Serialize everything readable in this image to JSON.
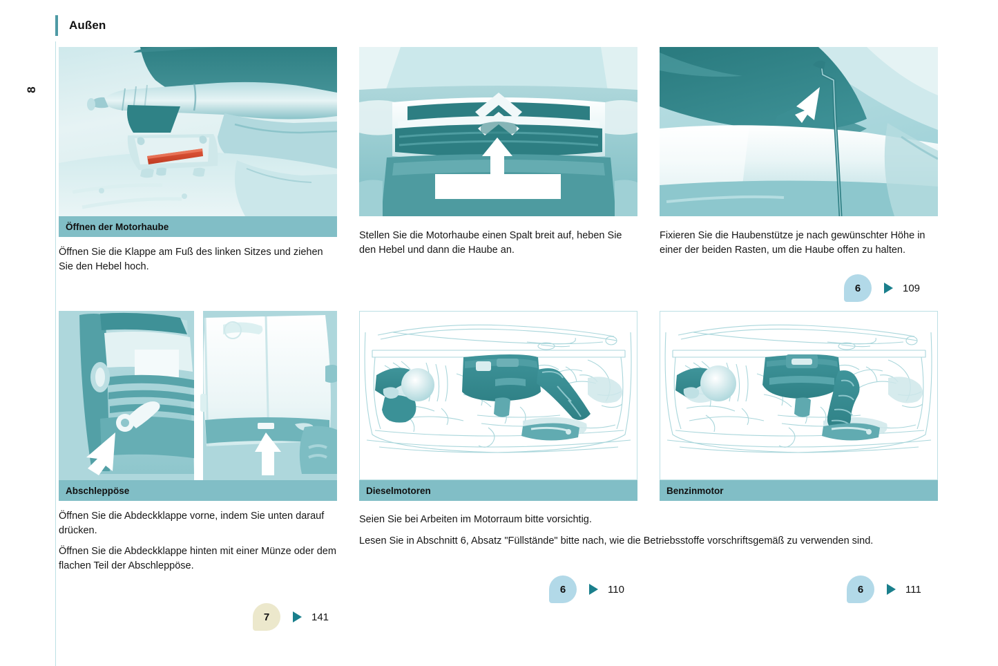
{
  "page": {
    "folio": "8",
    "header_title": "Außen"
  },
  "colors": {
    "accent_teal": "#4e9aa5",
    "caption_bar": "#81bec6",
    "badge_blue": "#b2d9e8",
    "badge_cream": "#ece8cc",
    "triangle": "#1a7f8c",
    "rule": "#bcdfe4",
    "highlight_red": "#d9492f"
  },
  "figures": {
    "hood_release": {
      "alt": "Motorhaube Entriegelungshebel am Fuß des linken Sitzes",
      "icon": "hood-release-lever-illustration"
    },
    "front_grille": {
      "alt": "Frontgrill mit Citroën Logo und Pfeil nach oben",
      "icon": "front-grille-illustration"
    },
    "hood_stay": {
      "alt": "Haubenstütze mit Pfeil auf Raste",
      "icon": "hood-stay-illustration"
    },
    "towing_eye": {
      "alt": "Abdeckklappen vorne und hinten mit Abschleppöse",
      "icon": "towing-eye-illustration"
    },
    "diesel_bay": {
      "alt": "Motorraum Dieselmotor Strichzeichnung",
      "icon": "diesel-engine-bay-illustration"
    },
    "petrol_bay": {
      "alt": "Motorraum Benzinmotor Strichzeichnung",
      "icon": "petrol-engine-bay-illustration"
    }
  },
  "sections": {
    "hood_open": {
      "caption": "Öffnen der Motorhaube",
      "body": "Öffnen Sie die Klappe am Fuß des linken Sitzes und ziehen Sie den Hebel hoch."
    },
    "grille": {
      "body": "Stellen Sie die Motorhaube einen Spalt breit auf, heben Sie den Hebel und dann die Haube an."
    },
    "stay": {
      "body": "Fixieren Sie die Haubenstütze je nach gewünschter Höhe in einer der beiden Rasten, um die Haube offen zu halten."
    },
    "towing": {
      "caption": "Abschleppöse",
      "body_1": "Öffnen Sie die Abdeckklappe vorne, indem Sie unten darauf drücken.",
      "body_2": "Öffnen Sie die Abdeckklappe hinten mit einer Münze oder dem flachen Teil der Abschleppöse."
    },
    "diesel": {
      "caption": "Dieselmotoren"
    },
    "petrol": {
      "caption": "Benzinmotor"
    },
    "engine_note": {
      "body_1": "Seien Sie bei Arbeiten im Motorraum bitte vorsichtig.",
      "body_2": "Lesen Sie in Abschnitt 6, Absatz \"Füllstände\" bitte nach, wie die Betriebsstoffe vorschriftsgemäß zu verwenden sind."
    }
  },
  "cross_refs": {
    "stay": {
      "section": "6",
      "page": "109"
    },
    "towing": {
      "section": "7",
      "page": "141"
    },
    "diesel": {
      "section": "6",
      "page": "110"
    },
    "petrol": {
      "section": "6",
      "page": "111"
    }
  }
}
